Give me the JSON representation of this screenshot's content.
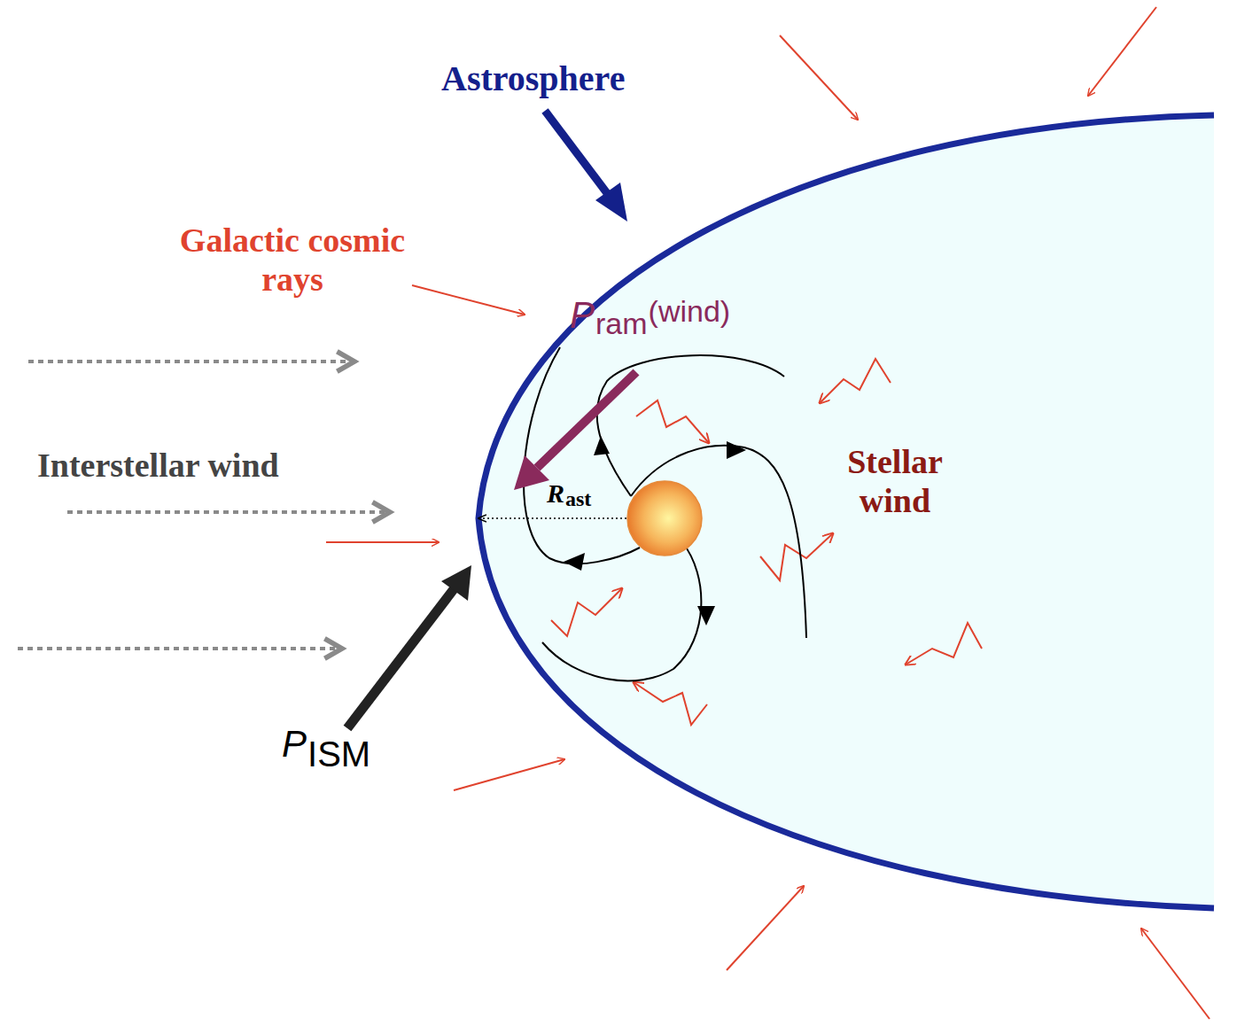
{
  "diagram": {
    "labels": [
      "Astrosphere",
      "Galactic cosmic rays",
      "P",
      "ram",
      "(wind)",
      "Interstellar wind",
      "R",
      "ast",
      "Stellar wind",
      "P",
      "ISM"
    ]
  }
}
